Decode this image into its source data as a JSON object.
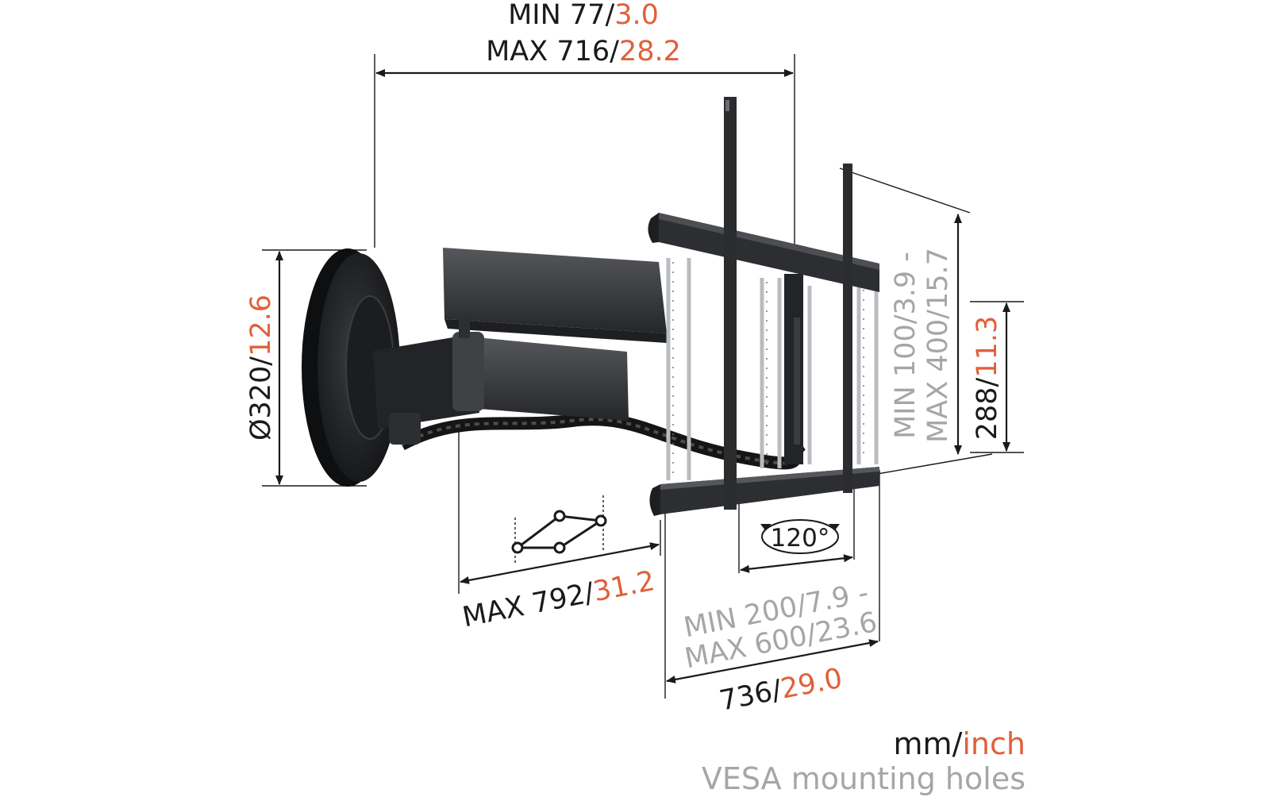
{
  "colors": {
    "dark": "#1a1a1a",
    "orange": "#e0603a",
    "gray": "#a6a6a6",
    "product": "#2b2c2e",
    "product_light": "#4a4c50",
    "rail": "#b9bcc0"
  },
  "depth": {
    "min_mm": "MIN 77/",
    "min_in": "3.0",
    "max_mm": "MAX 716/",
    "max_in": "28.2"
  },
  "wall_plate": {
    "mm": "Ø320/",
    "in": "12.6"
  },
  "vesa_height": {
    "line1_mm": "MIN 100/",
    "line1_in": "3.9 -",
    "line2_mm": "MAX 400/",
    "line2_in": "15.7"
  },
  "plate_height": {
    "mm": "288/",
    "in": "11.3"
  },
  "reach": {
    "mm": "MAX 792/",
    "in": "31.2"
  },
  "vesa_width": {
    "line1_mm": "MIN 200/",
    "line1_in": "7.9 -",
    "line2_mm": "MAX 600/",
    "line2_in": "23.6"
  },
  "total_width": {
    "mm": "736/",
    "in": "29.0"
  },
  "rotation": "120°",
  "legend": {
    "mm": "mm/",
    "inch": "inch",
    "vesa": "VESA mounting holes"
  }
}
